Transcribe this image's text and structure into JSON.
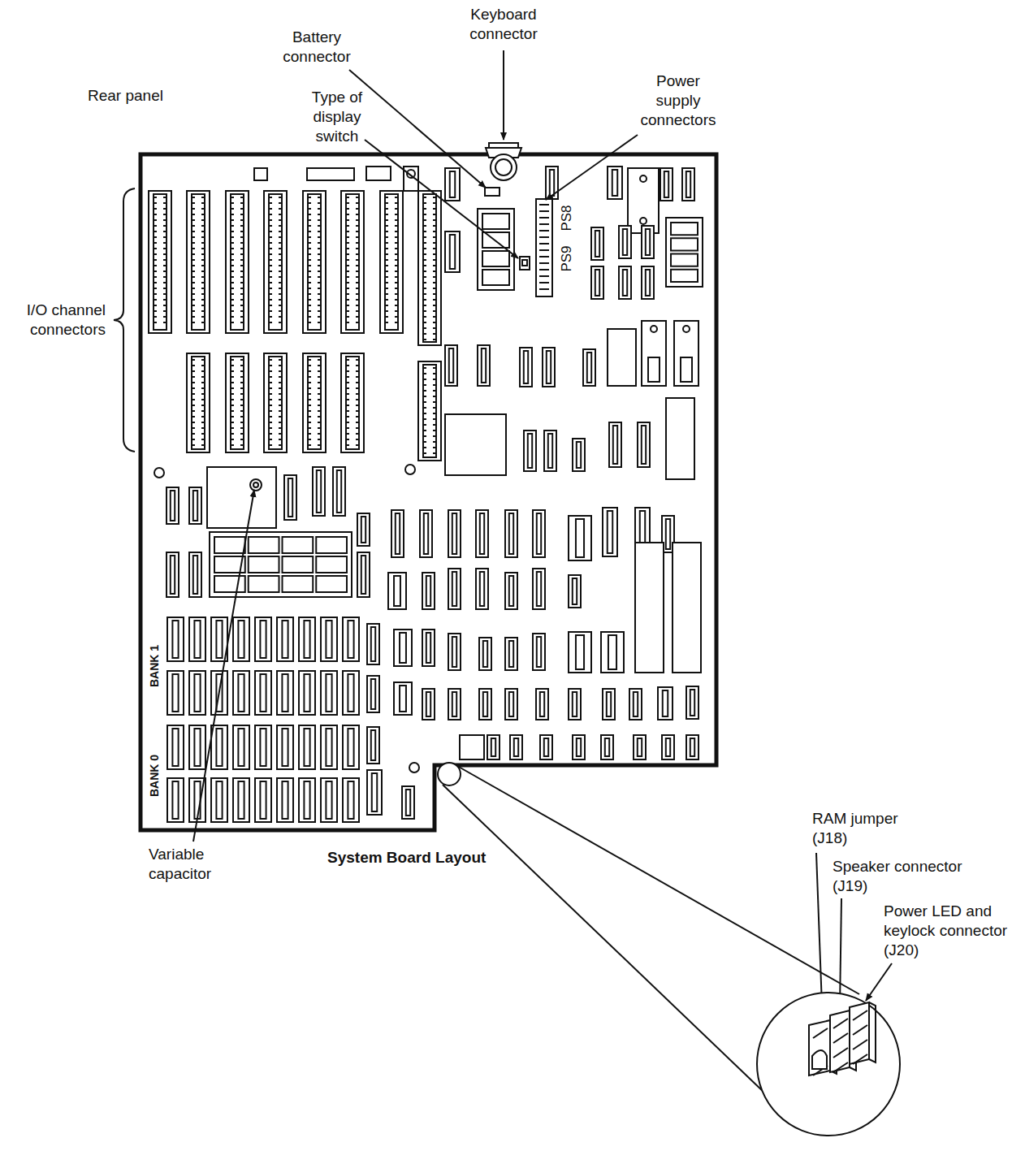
{
  "diagram": {
    "caption": "System Board Layout",
    "labels": [
      "Keyboard connector",
      "Battery connector",
      "Type of display switch",
      "Power supply connectors",
      "Rear panel",
      "I/O channel connectors",
      "PS8",
      "PS9",
      "BANK 1",
      "BANK 0",
      "Variable capacitor",
      "RAM jumper (J18)",
      "Speaker connector (J19)",
      "Power LED and keylock connector (J20)"
    ]
  }
}
